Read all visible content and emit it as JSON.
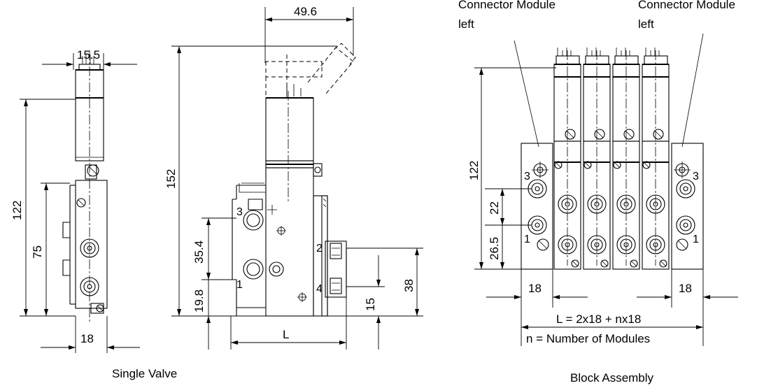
{
  "single_valve": {
    "caption": "Single Valve",
    "dims": {
      "top_width": "15.5",
      "height_total": "122",
      "height_base": "75",
      "bottom_width": "18",
      "connector_offset": "49.6",
      "height_with_connector": "152",
      "port_spacing": "35.4",
      "port_height": "19.8",
      "length": "L",
      "side_port_height": "38",
      "side_port_low": "15"
    },
    "ports": [
      "3",
      "1",
      "2",
      "4"
    ]
  },
  "block_assembly": {
    "caption": "Block Assembly",
    "connector_left_label": "Connector Module\nleft",
    "connector_right_label": "Connector Module\nleft",
    "connector_left_line1": "Connector Module",
    "connector_left_line2": "left",
    "connector_right_line1": "Connector Module",
    "connector_right_line2": "left",
    "dims": {
      "height": "122",
      "port_spacing": "22",
      "port_height": "26.5",
      "left_width": "18",
      "right_width": "18",
      "length_formula": "L = 2x18 + nx18",
      "n_definition": "n = Number of Modules"
    },
    "ports": [
      "3",
      "1",
      "3",
      "1"
    ]
  }
}
